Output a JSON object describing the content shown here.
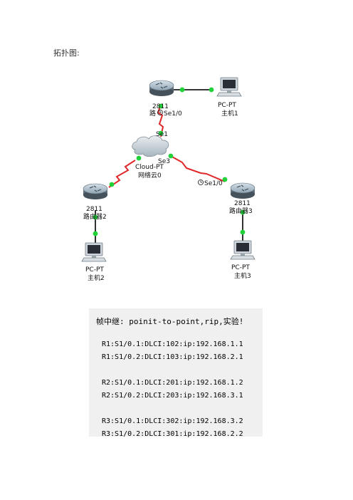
{
  "heading": "拓扑图:",
  "colors": {
    "serial_link": "#e0282a",
    "ethernet_link": "#1a1a1a",
    "port_ok": "#21d13a"
  },
  "devices": {
    "r1": {
      "model": "2811",
      "iface": "Se1/0",
      "name_prefix": "路"
    },
    "pc1": {
      "model": "PC-PT",
      "name": "主机1"
    },
    "cloud": {
      "model": "Cloud-PT",
      "name": "网络云0",
      "port_se1": "Se1",
      "port_se3": "Se3"
    },
    "r2": {
      "model": "2811",
      "name": "路由器2"
    },
    "r3": {
      "model": "2811",
      "iface": "Se1/0",
      "name": "路由器3"
    },
    "pc2": {
      "model": "PC-PT",
      "name": "主机2"
    },
    "pc3": {
      "model": "PC-PT",
      "name": "主机3"
    }
  },
  "config": {
    "title": "帧中继: poinit-to-point,rip,实验!",
    "lines": [
      "R1:S1/0.1:DLCI:102:ip:192.168.1.1",
      "R1:S1/0.2:DLCI:103:ip:192.168.2.1",
      "",
      "R2:S1/0.1:DLCI:201:ip:192.168.1.2",
      "R2:S1/0.2:DLCI:203:ip:192.168.3.1",
      "",
      "R3:S1/0.1:DLCI:302:ip:192.168.3.2",
      "R3:S1/0.2:DLCI:301:ip:192.168.2.2"
    ]
  }
}
